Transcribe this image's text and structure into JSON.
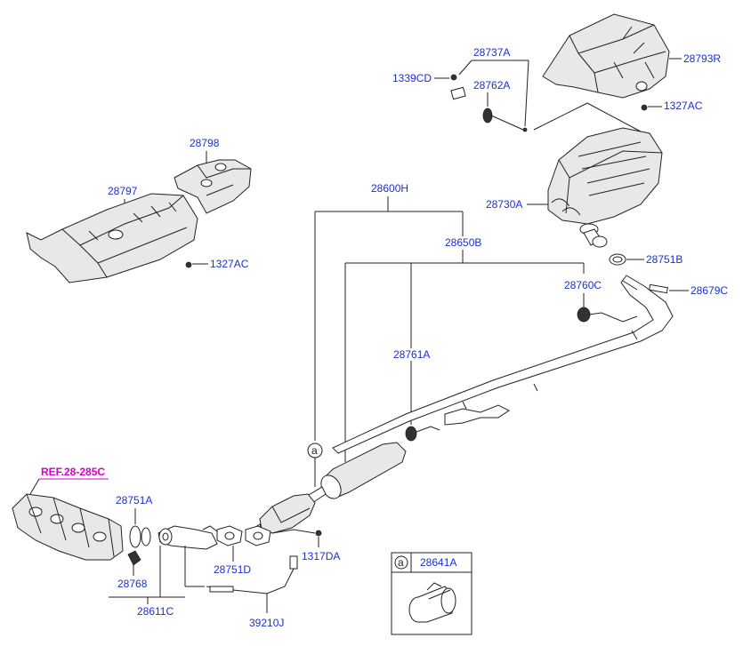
{
  "labels": {
    "p28737A": "28737A",
    "p1339CD": "1339CD",
    "p28762A": "28762A",
    "p28793R": "28793R",
    "p1327AC_top": "1327AC",
    "p28798": "28798",
    "p28797": "28797",
    "p1327AC_left": "1327AC",
    "p28600H": "28600H",
    "p28650B": "28650B",
    "p28730A": "28730A",
    "p28751B": "28751B",
    "p28679C": "28679C",
    "p28760C": "28760C",
    "p28761A": "28761A",
    "ref": "REF.28-285C",
    "p28751A": "28751A",
    "p28768": "28768",
    "p28611C": "28611C",
    "p28751D": "28751D",
    "p1317DA": "1317DA",
    "p39210J": "39210J",
    "callout_a": "a",
    "legend_a": "a",
    "p28641A": "28641A"
  },
  "colors": {
    "label": "#1c2fd0",
    "ref": "#d400c8",
    "line": "#222222"
  }
}
